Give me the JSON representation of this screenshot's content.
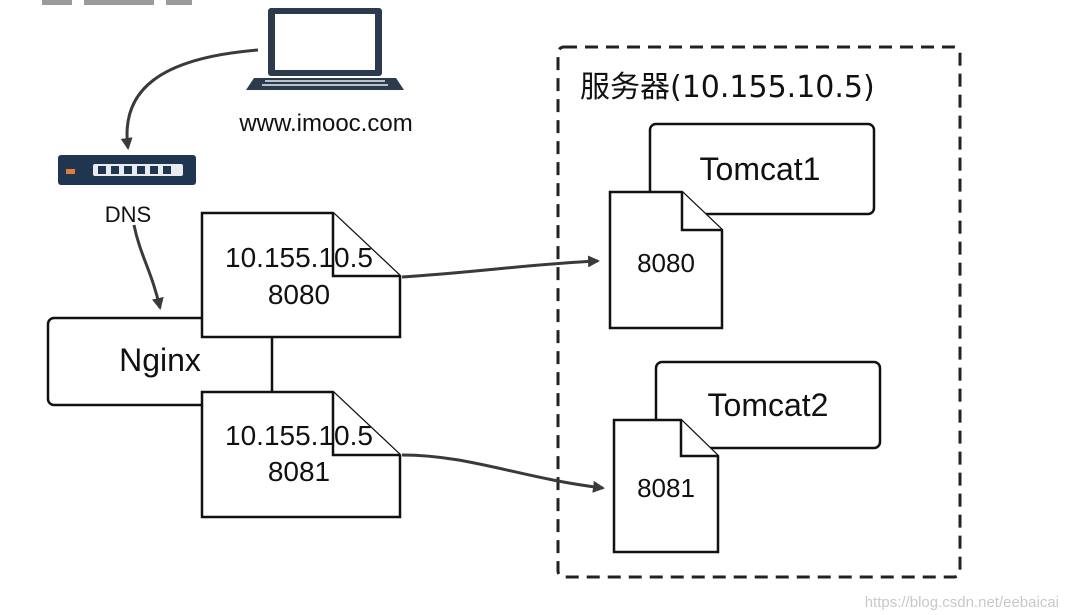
{
  "laptop": {
    "label": "www.imooc.com",
    "icon": "laptop-icon"
  },
  "dns": {
    "label": "DNS",
    "icon": "network-switch-icon"
  },
  "nginx": {
    "label": "Nginx",
    "upstreams": [
      {
        "ip": "10.155.10.5",
        "port": "8080"
      },
      {
        "ip": "10.155.10.5",
        "port": "8081"
      }
    ]
  },
  "server": {
    "title": "服务器(10.155.10.5)",
    "tomcats": [
      {
        "name": "Tomcat1",
        "port": "8080"
      },
      {
        "name": "Tomcat2",
        "port": "8081"
      }
    ]
  },
  "watermark": "https://blog.csdn.net/eebaicai",
  "colors": {
    "line": "#111111",
    "arrow": "#3a3a3a",
    "switch_body": "#1f3550",
    "laptop_body": "#2b3a4c",
    "laptop_screen": "#ffffff"
  }
}
